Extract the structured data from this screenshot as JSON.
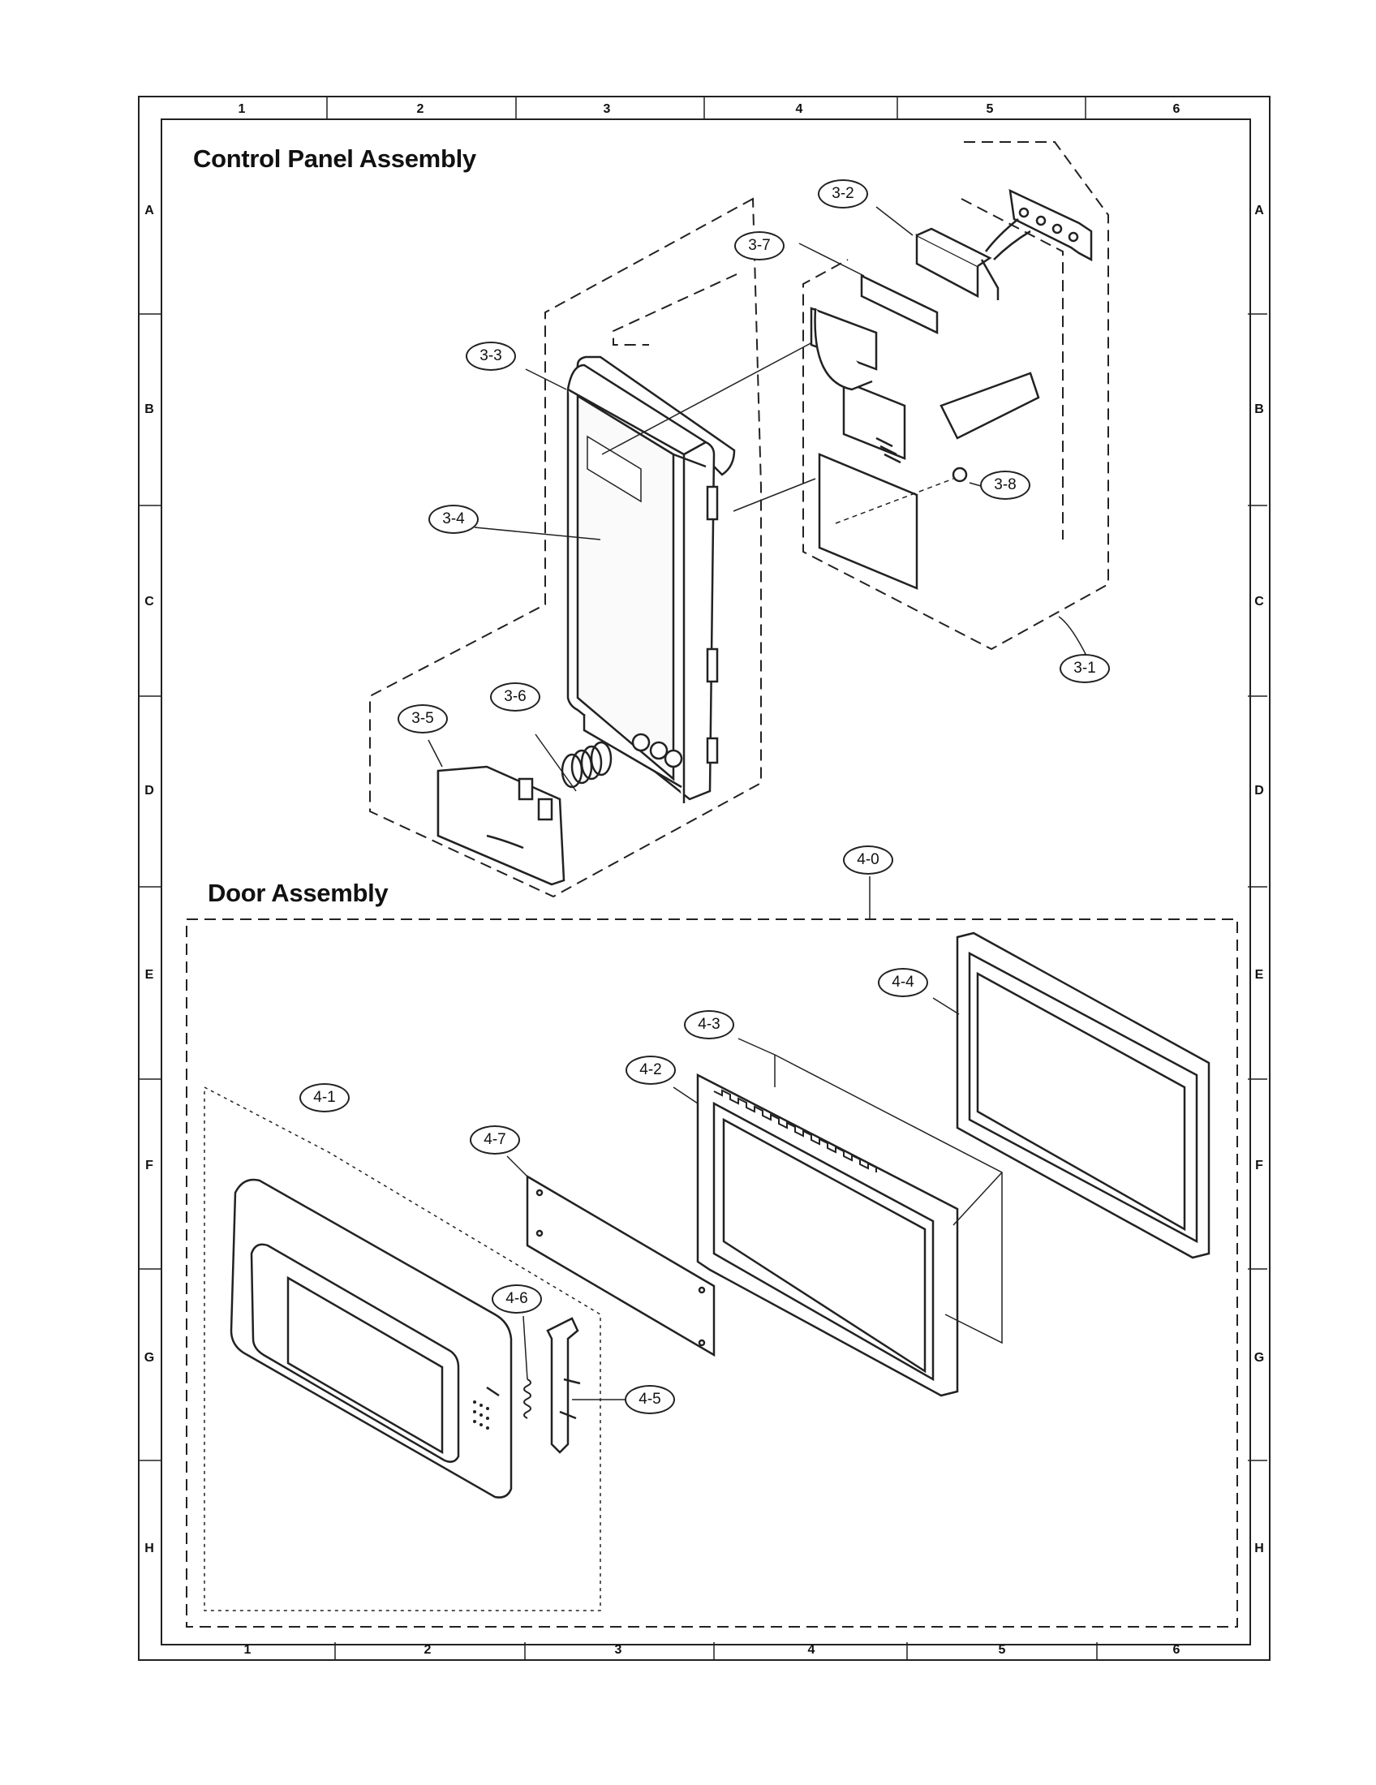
{
  "border": {
    "columns": [
      "1",
      "2",
      "3",
      "4",
      "5",
      "6"
    ],
    "rows": [
      "A",
      "B",
      "C",
      "D",
      "E",
      "F",
      "G",
      "H"
    ]
  },
  "sections": {
    "control_panel_title": "Control Panel Assembly",
    "door_title": "Door Assembly"
  },
  "callouts": {
    "c3_1": "3-1",
    "c3_2": "3-2",
    "c3_3": "3-3",
    "c3_4": "3-4",
    "c3_5": "3-5",
    "c3_6": "3-6",
    "c3_7": "3-7",
    "c3_8": "3-8",
    "c4_0": "4-0",
    "c4_1": "4-1",
    "c4_2": "4-2",
    "c4_3": "4-3",
    "c4_4": "4-4",
    "c4_5": "4-5",
    "c4_6": "4-6",
    "c4_7": "4-7"
  }
}
